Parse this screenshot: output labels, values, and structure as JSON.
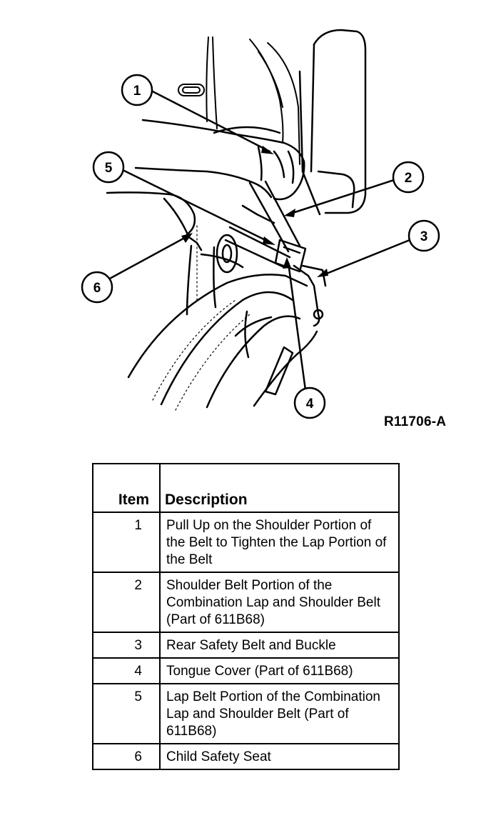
{
  "figure": {
    "id": "R11706-A",
    "callouts": [
      "1",
      "2",
      "3",
      "4",
      "5",
      "6"
    ]
  },
  "legend": {
    "headers": {
      "item": "Item",
      "description": "Description"
    },
    "rows": [
      {
        "item": "1",
        "description": "Pull Up on the Shoulder Portion of the Belt to Tighten the Lap Portion of the Belt"
      },
      {
        "item": "2",
        "description": "Shoulder Belt Portion of the Combination Lap and Shoulder Belt (Part of 611B68)"
      },
      {
        "item": "3",
        "description": "Rear Safety Belt and Buckle"
      },
      {
        "item": "4",
        "description": "Tongue Cover (Part of 611B68)"
      },
      {
        "item": "5",
        "description": "Lap Belt Portion of the Combination Lap and Shoulder Belt (Part of 611B68)"
      },
      {
        "item": "6",
        "description": "Child Safety Seat"
      }
    ]
  }
}
